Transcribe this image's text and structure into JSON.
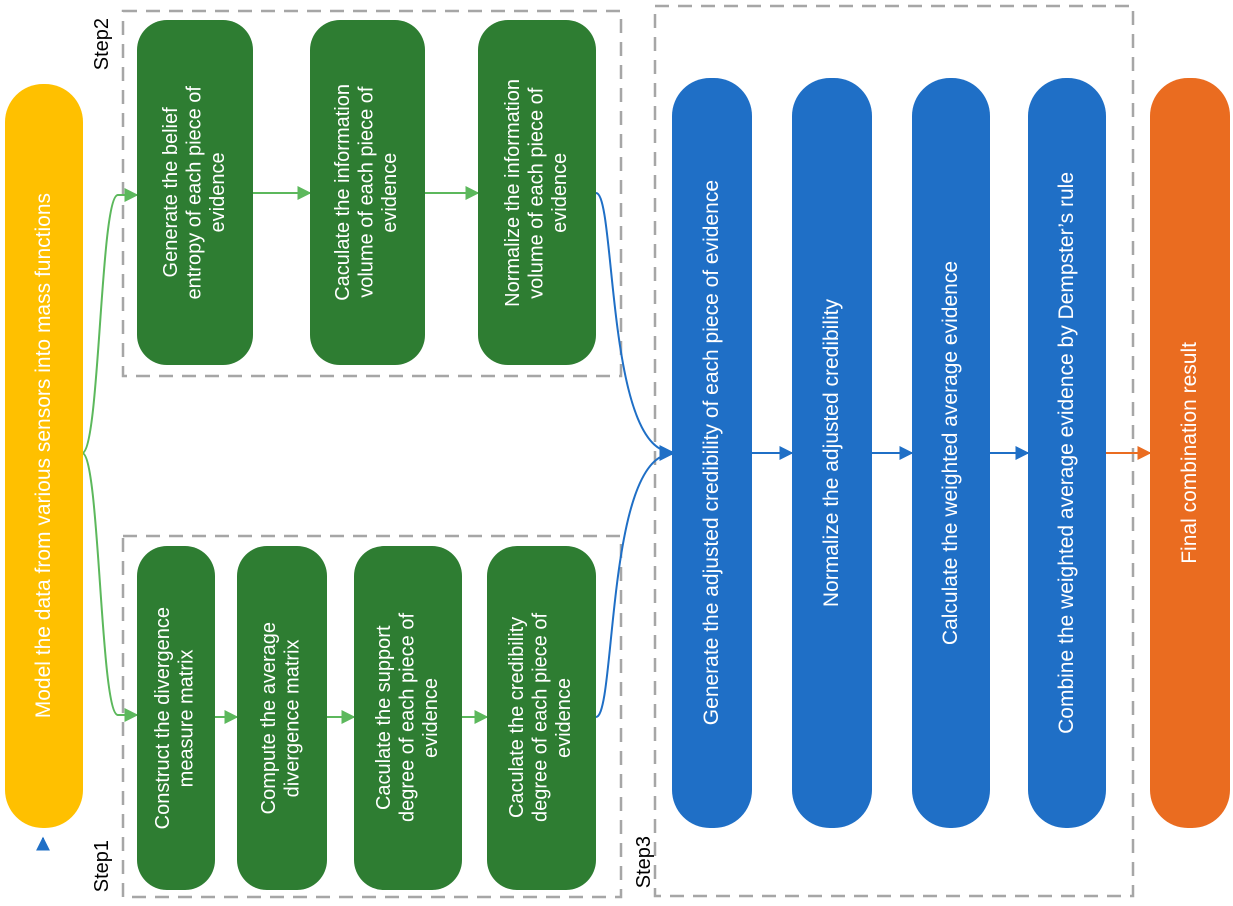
{
  "input": {
    "label": "Model the data from various sensors into mass functions"
  },
  "step1": {
    "label": "Step1",
    "boxes": [
      "Construct the divergence\nmeasure matrix",
      "Compute the average\ndivergence matrix",
      "Caculate the support\ndegree of each piece of\nevidence",
      "Caculate the credibility\ndegree of each piece of\nevidence"
    ]
  },
  "step2": {
    "label": "Step2",
    "boxes": [
      "Generate the belief\nentropy of each piece of\nevidence",
      "Caculate the information\nvolume of each piece of\nevidence",
      "Normalize the information\nvolume of each piece of\nevidence"
    ]
  },
  "step3": {
    "label": "Step3",
    "boxes": [
      "Generate the adjusted credibility of each piece of evidence",
      "Normalize the adjusted credibility",
      "Calculate the weighted average evidence",
      "Combine the weighted average evidence by Dempster’s rule"
    ]
  },
  "output": {
    "label": "Final combination result"
  },
  "colors": {
    "input": "#ffc000",
    "step_box": "#2e7d32",
    "step3_box": "#1f6fc6",
    "output": "#ea6c20",
    "green_arrow": "#5cb85c",
    "blue_arrow": "#1f6fc6",
    "orange_arrow": "#ea6c20",
    "dashed_border": "#a6a6a6"
  }
}
